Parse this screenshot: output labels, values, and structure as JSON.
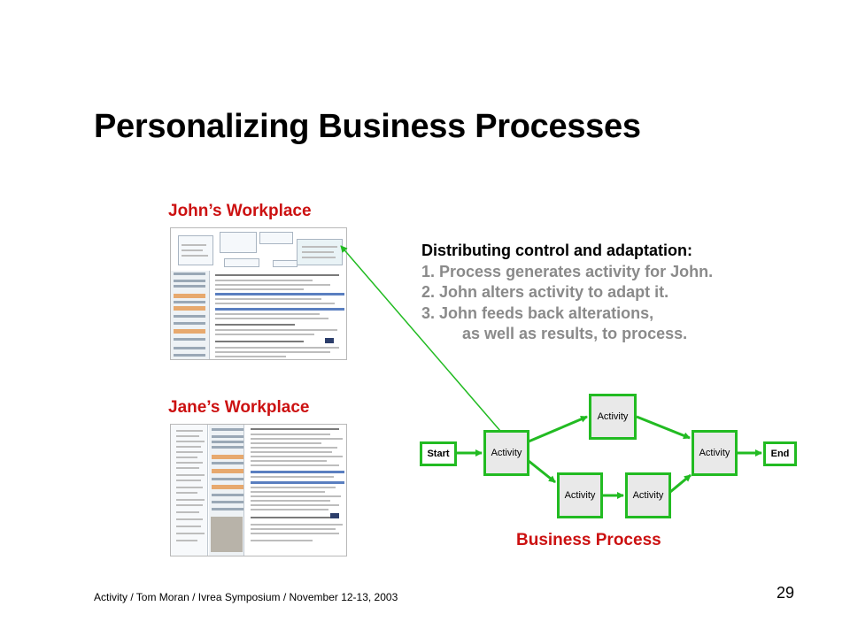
{
  "slide": {
    "title": "Personalizing Business Processes",
    "footer": "Activity / Tom Moran / Ivrea Symposium / November 12-13, 2003",
    "page_number": "29"
  },
  "workplaces": {
    "john_label": "John’s Workplace",
    "jane_label": "Jane’s Workplace"
  },
  "points": {
    "heading": "Distributing control and adaptation:",
    "items": [
      "1. Process generates activity for John.",
      "2. John alters activity to adapt it.",
      "3. John feeds back alterations,"
    ],
    "continuation": "as well as results, to process."
  },
  "process": {
    "label": "Business Process",
    "start": "Start",
    "end": "End",
    "activity_label": "Activity"
  },
  "colors": {
    "accent_red": "#cc1111",
    "process_green": "#22bb22",
    "muted_gray": "#8a8a8a"
  }
}
